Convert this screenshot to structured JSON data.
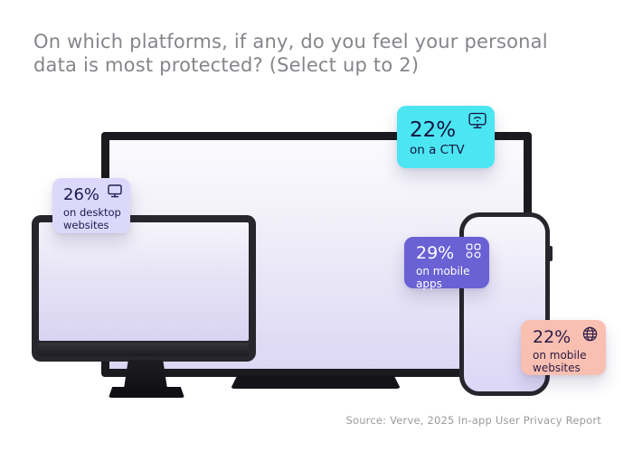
{
  "title": {
    "line1": "On which platforms, if any, do you feel your personal",
    "line2": "data is most protected? (Select up to 2)"
  },
  "source": "Source: Verve, 2025 In-app User Privacy Report",
  "badges": {
    "ctv": {
      "value": "22%",
      "label": "on a CTV",
      "bg": "#4be6f2",
      "text_color": "#16123f",
      "icon": "ctv-screen-icon"
    },
    "desktop": {
      "value": "26%",
      "label": "on desktop websites",
      "bg": "#dcd8fb",
      "text_color": "#1e1a4e",
      "icon": "desktop-monitor-icon"
    },
    "mobile_apps": {
      "value": "29%",
      "label": "on mobile apps",
      "bg": "#6a61d4",
      "text_color": "#ffffff",
      "icon": "apps-grid-icon"
    },
    "mobile_web": {
      "value": "22%",
      "label": "on mobile websites",
      "bg": "#f9bfb1",
      "text_color": "#2a1b45",
      "icon": "globe-icon"
    }
  },
  "colors": {
    "background": "#ffffff",
    "title_text": "#85858b",
    "source_text": "#9b9ba0",
    "device_frame": "#1f1f24",
    "screen_gradient_top": "#fbfbfe",
    "screen_gradient_bottom": "#dcd7f4"
  },
  "chart_data": {
    "type": "bar",
    "title": "On which platforms, if any, do you feel your personal data is most protected? (Select up to 2)",
    "categories": [
      "on a CTV",
      "on desktop websites",
      "on mobile apps",
      "on mobile websites"
    ],
    "values": [
      22,
      26,
      29,
      22
    ],
    "unit": "%",
    "legend_position": "none",
    "style": "pictorial infographic over device illustrations (TV, desktop monitor, smartphone)",
    "source": "Source: Verve, 2025 In-app User Privacy Report"
  }
}
